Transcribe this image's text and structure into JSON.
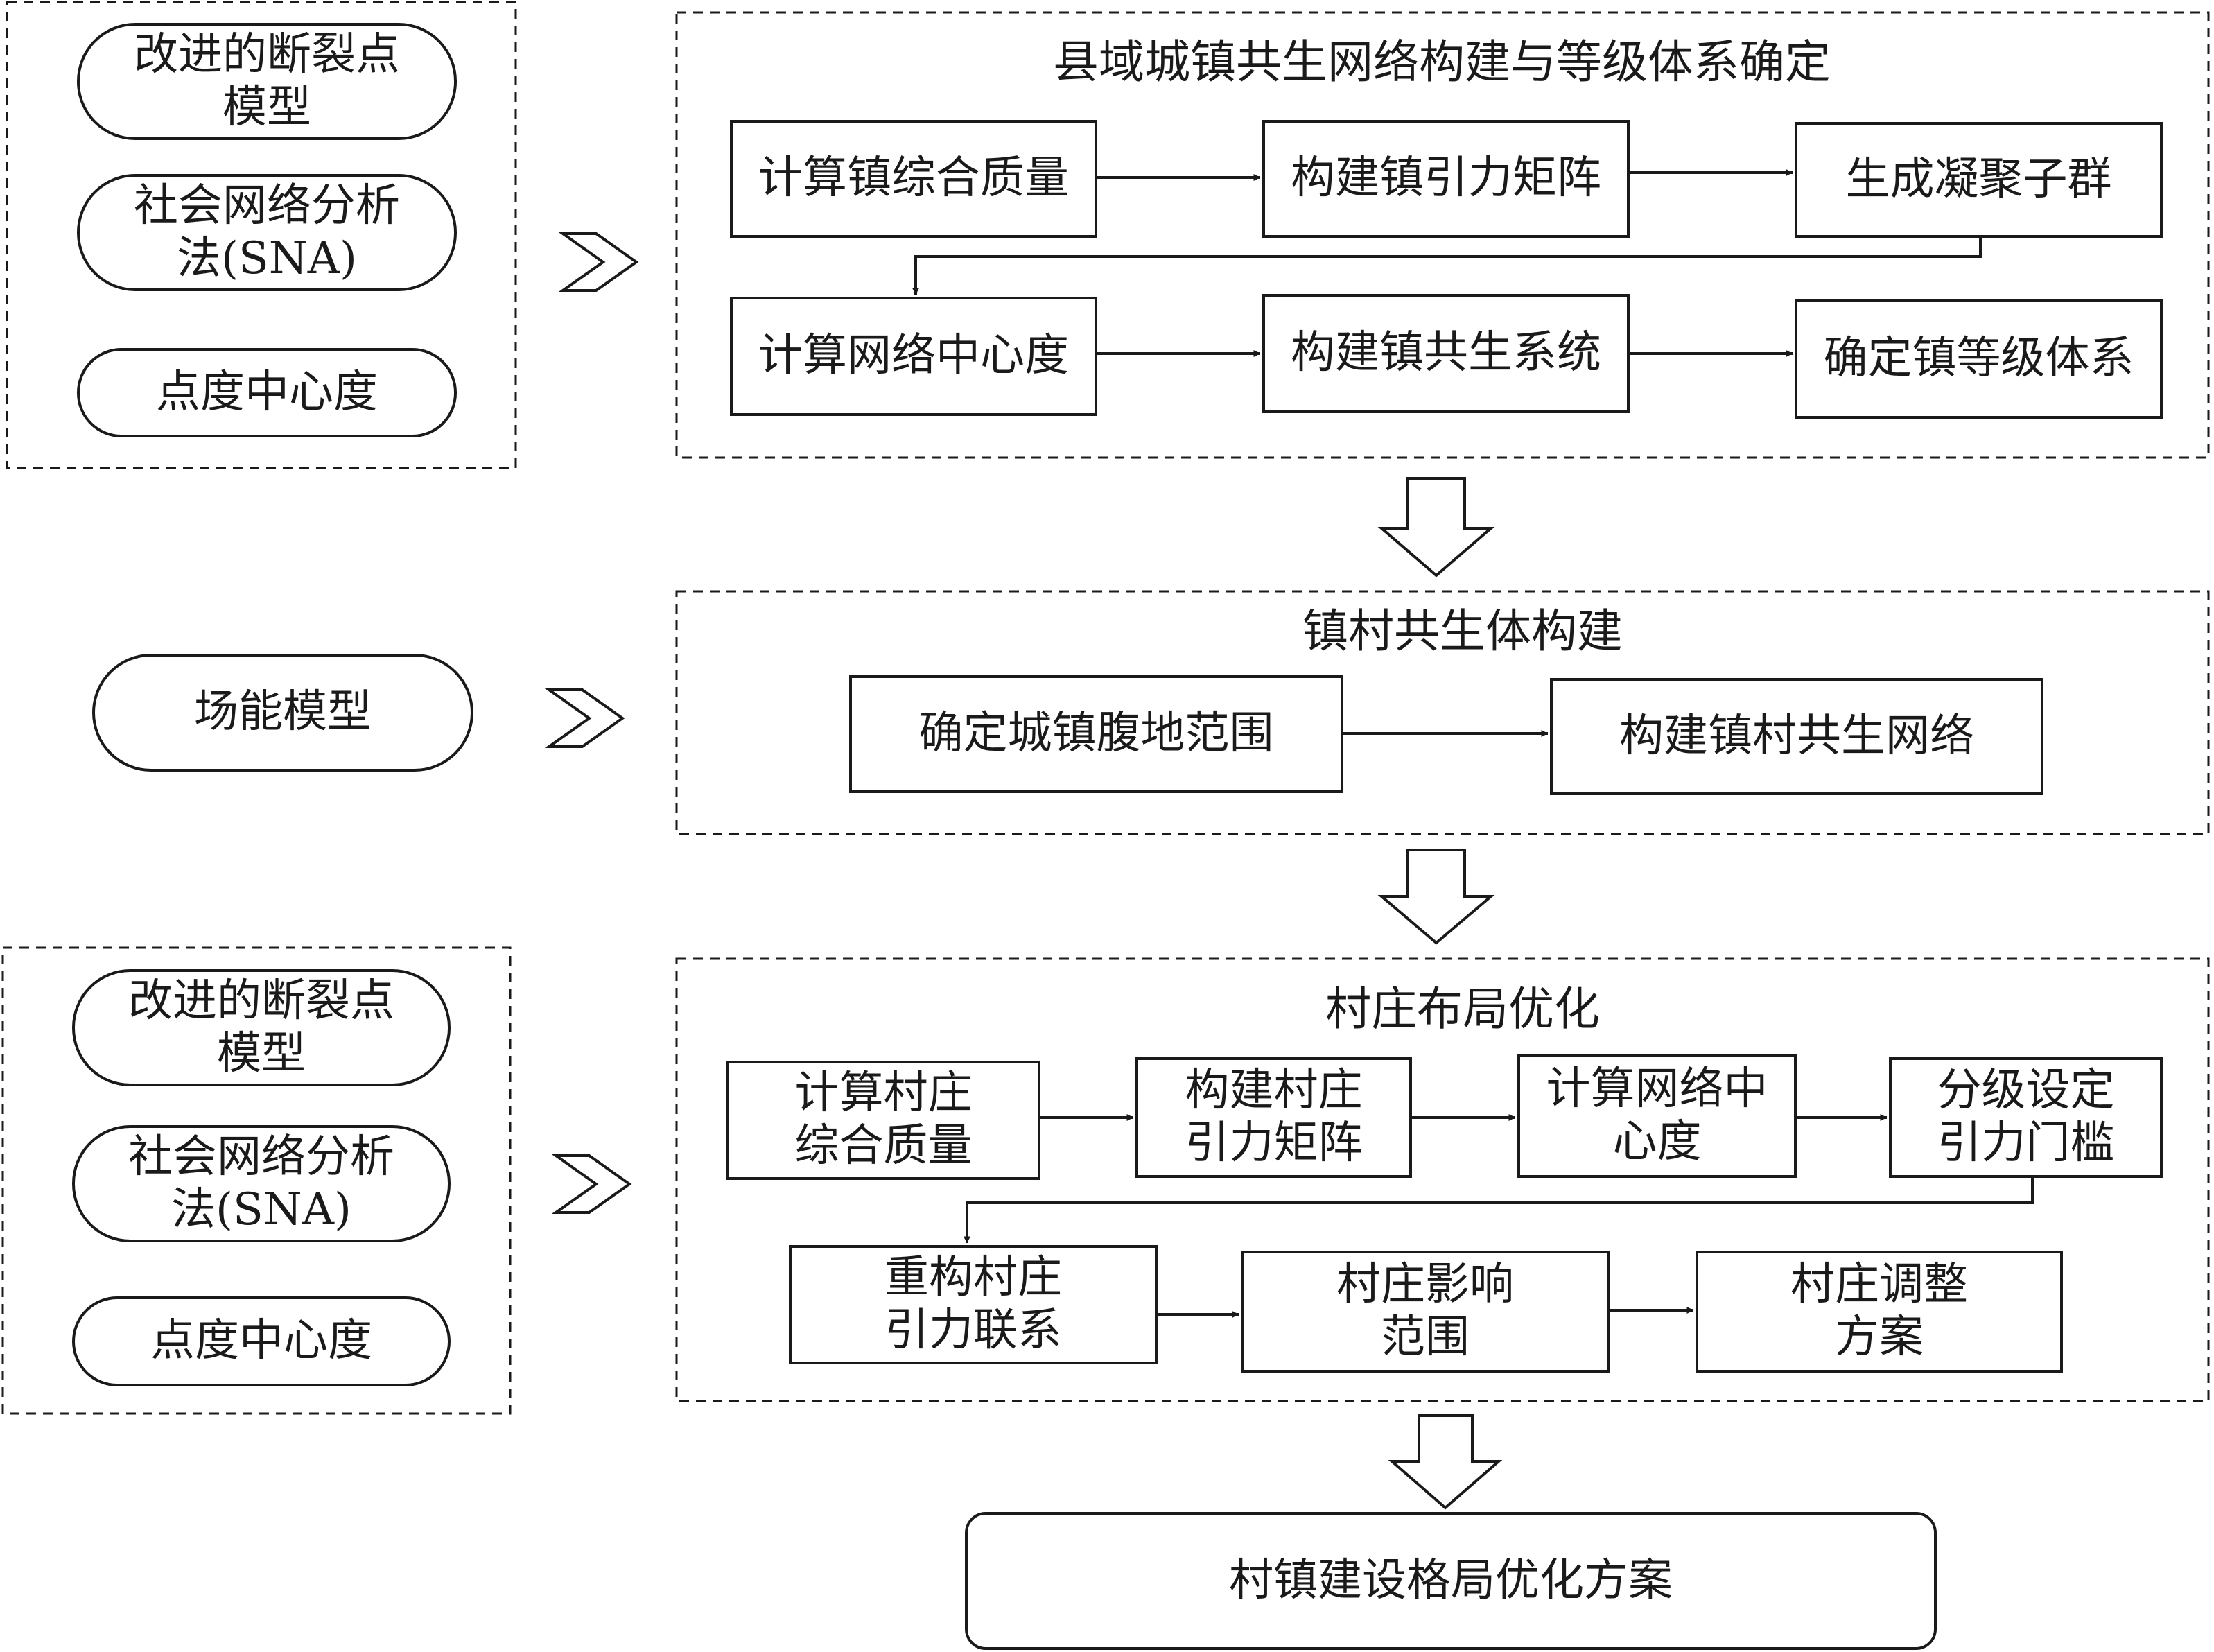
{
  "methods": {
    "group1": [
      "改进的断裂点\n模型",
      "社会网络分析\n法(SNA)",
      "点度中心度"
    ],
    "group2": [
      "场能模型"
    ],
    "group3": [
      "改进的断裂点\n模型",
      "社会网络分析\n法(SNA)",
      "点度中心度"
    ]
  },
  "stage1": {
    "title": "县域城镇共生网络构建与等级体系确定",
    "steps": [
      "计算镇综合质量",
      "构建镇引力矩阵",
      "生成凝聚子群",
      "计算网络中心度",
      "构建镇共生系统",
      "确定镇等级体系"
    ]
  },
  "stage2": {
    "title": "镇村共生体构建",
    "steps": [
      "确定城镇腹地范围",
      "构建镇村共生网络"
    ]
  },
  "stage3": {
    "title": "村庄布局优化",
    "steps": [
      "计算村庄\n综合质量",
      "构建村庄\n引力矩阵",
      "计算网络中\n心度",
      "分级设定\n引力门槛",
      "重构村庄\n引力联系",
      "村庄影响\n范围",
      "村庄调整\n方案"
    ]
  },
  "result": {
    "label": "村镇建设格局优化方案"
  },
  "colors": {
    "line": "#1a1a1a",
    "background": "#ffffff"
  }
}
